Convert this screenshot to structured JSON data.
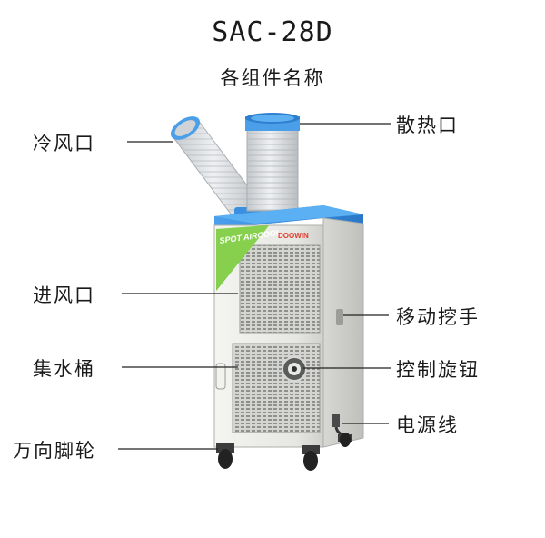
{
  "header": {
    "model": "SAC-28D",
    "subtitle": "各组件名称"
  },
  "unit": {
    "brand_panel_text": "SPOT AIRCOOL",
    "brand_logo": "DOOWIN"
  },
  "callouts": {
    "cold_air_outlet": "冷风口",
    "heat_exhaust": "散热口",
    "air_inlet": "进风口",
    "carry_handle": "移动挖手",
    "water_tank": "集水桶",
    "control_knob": "控制旋钮",
    "power_cord": "电源线",
    "casters": "万向脚轮"
  },
  "colors": {
    "top_cover": "#3a8fe0",
    "body": "#e8e9e4",
    "hose": "#d9dde0",
    "hose_ring": "#4a9fe8",
    "brand_panel": "#7ac943"
  }
}
